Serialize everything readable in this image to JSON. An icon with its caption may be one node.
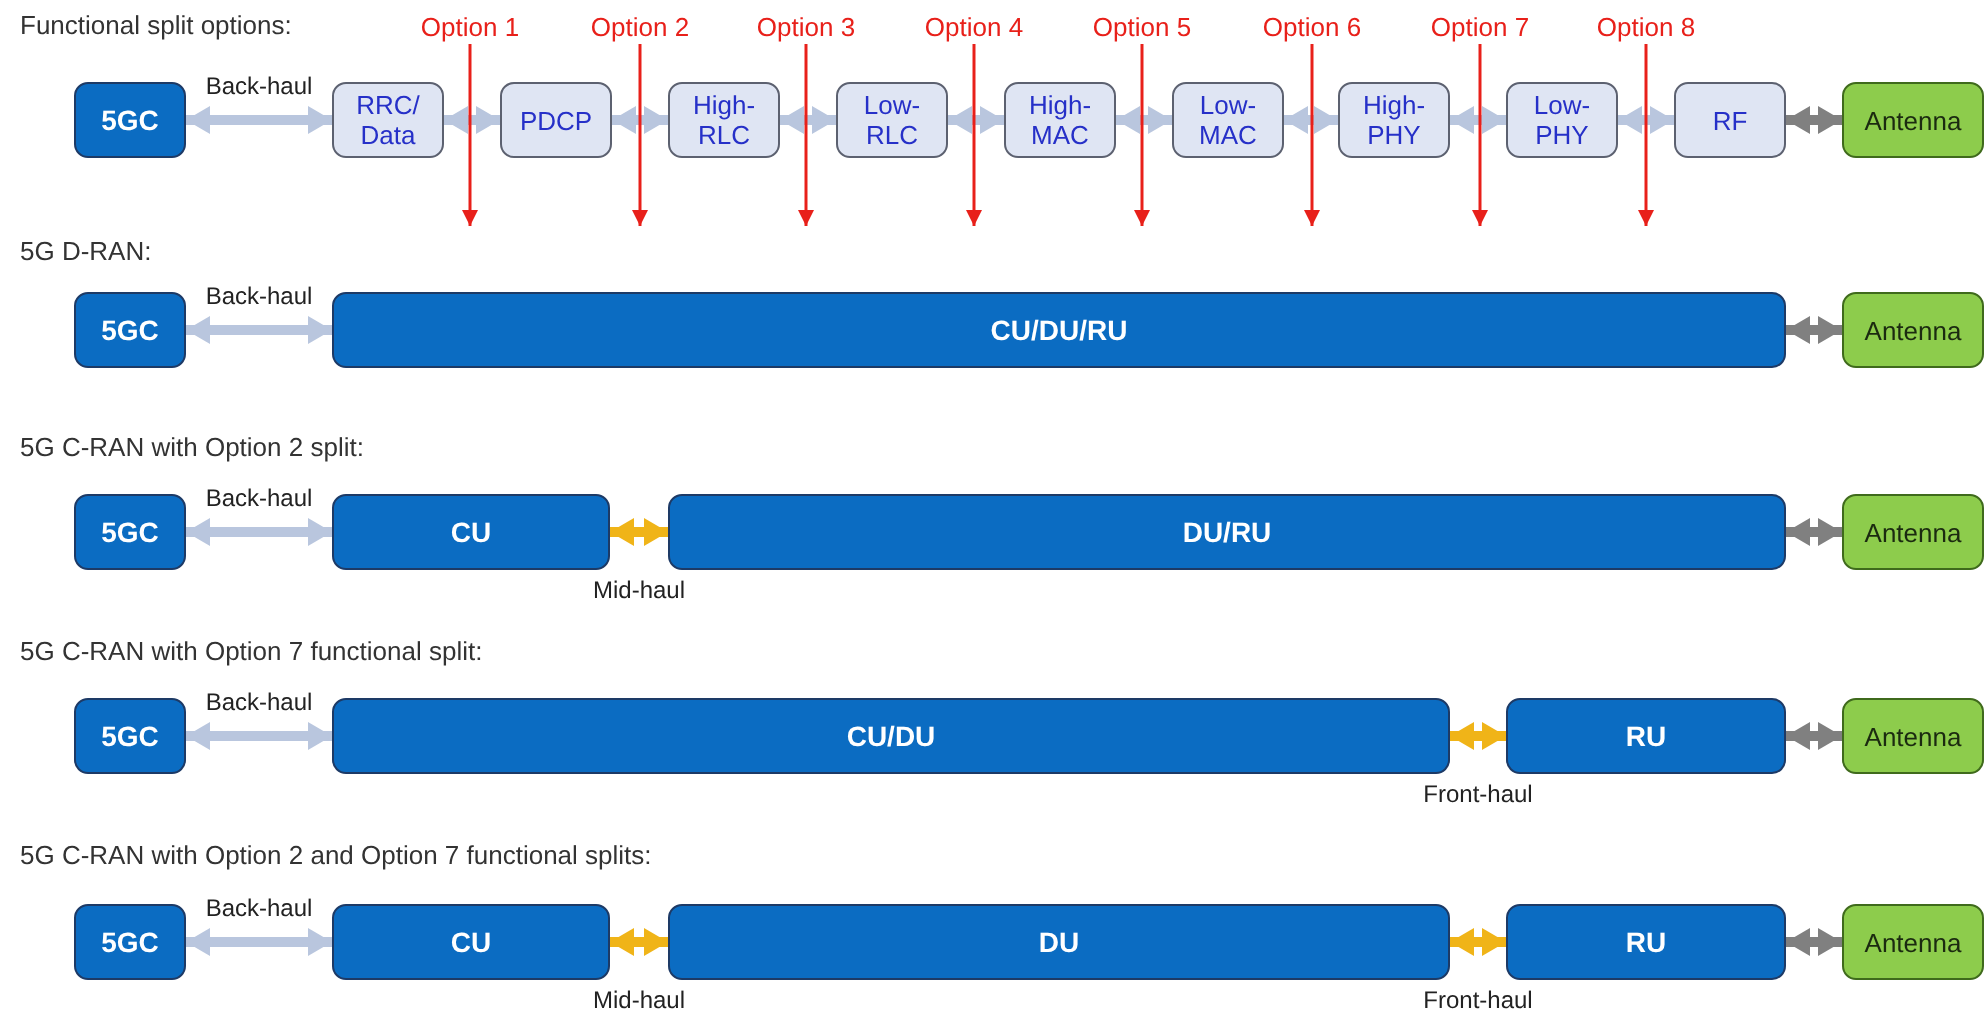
{
  "diagram": {
    "nodes": [
      {
        "text": [
          "5GC"
        ]
      },
      {
        "text": [
          "RRC/ Data"
        ]
      },
      {
        "text": [
          "PDCP"
        ]
      },
      {
        "text": [
          "High- RLC"
        ]
      },
      {
        "text": [
          "Low- RLC"
        ]
      },
      {
        "text": [
          "High- MAC"
        ]
      },
      {
        "text": [
          "Low- MAC"
        ]
      },
      {
        "text": [
          "High- PHY"
        ]
      },
      {
        "text": [
          "Low- PHY"
        ]
      },
      {
        "text": [
          "RF"
        ]
      },
      {
        "text": [
          "Antenna"
        ]
      },
      {
        "text": [
          "Option 1"
        ]
      },
      {
        "text": [
          "Option 2"
        ]
      },
      {
        "text": [
          "Option 3"
        ]
      },
      {
        "text": [
          "Option 4"
        ]
      },
      {
        "text": [
          "Option 5"
        ]
      },
      {
        "text": [
          "Option 6"
        ]
      },
      {
        "text": [
          "Option 7"
        ]
      },
      {
        "text": [
          "Option 8"
        ]
      },
      {
        "text": [
          "5GC"
        ]
      },
      {
        "text": [
          "CU/DU/RU"
        ]
      },
      {
        "text": [
          "Antenna"
        ]
      },
      {
        "text": [
          "5GC"
        ]
      },
      {
        "text": [
          "CU"
        ]
      },
      {
        "text": [
          "DU/RU"
        ]
      },
      {
        "text": [
          "Antenna"
        ]
      },
      {
        "text": [
          "5GC"
        ]
      },
      {
        "text": [
          "CU/DU"
        ]
      },
      {
        "text": [
          "RU"
        ]
      },
      {
        "text": [
          "Antenna"
        ]
      },
      {
        "text": [
          "5GC"
        ]
      },
      {
        "text": [
          "CU"
        ]
      },
      {
        "text": [
          "DU"
        ]
      },
      {
        "text": [
          "RU"
        ]
      },
      {
        "text": [
          "Antenna"
        ]
      }
    ],
    "edges": [
      {
        "from": 0,
        "to": 1,
        "arrow": "both",
        "label": "Back-haul"
      },
      {
        "from": 1,
        "to": 2,
        "arrow": "both"
      },
      {
        "from": 2,
        "to": 3,
        "arrow": "both"
      },
      {
        "from": 3,
        "to": 4,
        "arrow": "both"
      },
      {
        "from": 4,
        "to": 5,
        "arrow": "both"
      },
      {
        "from": 5,
        "to": 6,
        "arrow": "both"
      },
      {
        "from": 6,
        "to": 7,
        "arrow": "both"
      },
      {
        "from": 7,
        "to": 8,
        "arrow": "both"
      },
      {
        "from": 8,
        "to": 9,
        "arrow": "both"
      },
      {
        "from": 9,
        "to": 10,
        "arrow": "both",
        "color": "#808080"
      },
      {
        "from": 11,
        "to": null,
        "arrow": "to",
        "color": "#e8201a"
      },
      {
        "from": 12,
        "to": null,
        "arrow": "to",
        "color": "#e8201a"
      },
      {
        "from": 13,
        "to": null,
        "arrow": "to",
        "color": "#e8201a"
      },
      {
        "from": 14,
        "to": null,
        "arrow": "to",
        "color": "#e8201a"
      },
      {
        "from": 15,
        "to": null,
        "arrow": "to",
        "color": "#e8201a"
      },
      {
        "from": 16,
        "to": null,
        "arrow": "to",
        "color": "#e8201a"
      },
      {
        "from": 17,
        "to": null,
        "arrow": "to",
        "color": "#e8201a"
      },
      {
        "from": 18,
        "to": null,
        "arrow": "to",
        "color": "#e8201a"
      },
      {
        "from": 19,
        "to": 20,
        "arrow": "both",
        "label": "Back-haul"
      },
      {
        "from": 20,
        "to": 21,
        "arrow": "both",
        "color": "#808080"
      },
      {
        "from": 22,
        "to": 23,
        "arrow": "both",
        "label": "Back-haul"
      },
      {
        "from": 23,
        "to": 24,
        "arrow": "both",
        "label": "Mid-haul",
        "color": "#f0b418"
      },
      {
        "from": 24,
        "to": 25,
        "arrow": "both",
        "color": "#808080"
      },
      {
        "from": 26,
        "to": 27,
        "arrow": "both",
        "label": "Back-haul"
      },
      {
        "from": 27,
        "to": 28,
        "arrow": "both",
        "label": "Front-haul",
        "color": "#f0b418"
      },
      {
        "from": 28,
        "to": 29,
        "arrow": "both",
        "color": "#808080"
      },
      {
        "from": 30,
        "to": 31,
        "arrow": "both",
        "label": "Back-haul"
      },
      {
        "from": 31,
        "to": 32,
        "arrow": "both",
        "label": "Mid-haul",
        "color": "#f0b418"
      },
      {
        "from": 32,
        "to": 33,
        "arrow": "both",
        "label": "Front-haul",
        "color": "#f0b418"
      },
      {
        "from": 33,
        "to": 34,
        "arrow": "both",
        "color": "#808080"
      }
    ],
    "labels": [
      "Functional split options:",
      "5G D-RAN:",
      "5G C-RAN with Option 2 split:",
      "5G C-RAN with Option 7 functional split:",
      "5G C-RAN with Option 2 and Option 7 functional splits:"
    ]
  }
}
